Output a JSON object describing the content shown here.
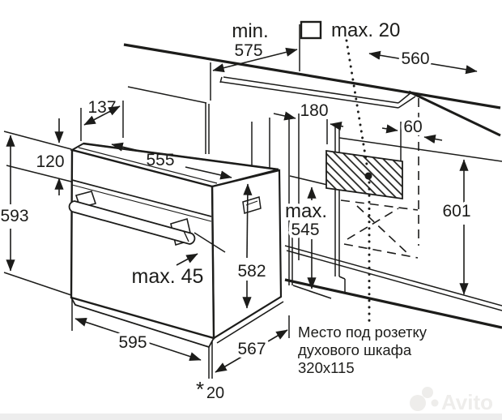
{
  "diagram": {
    "colors": {
      "line": "#1c1c1a",
      "background": "#ffffff",
      "watermark": "#eeedeb"
    },
    "top_dims": {
      "min_label": "min.",
      "min_value": "575",
      "wall_clearance": "max. 20",
      "niche_width": "560"
    },
    "oven_dims": {
      "front_offset": "137",
      "panel_height": "120",
      "body_width": "555",
      "total_height": "593",
      "body_height": "582",
      "door_protrusion": "max. 45",
      "front_width": "595",
      "body_depth": "567"
    },
    "cabinet_dims": {
      "niche_max_label": "max.",
      "niche_max_value": "545",
      "cabinet_height": "601",
      "socket_offset_horizontal": "180",
      "socket_offset_edge": "60"
    },
    "footnote": {
      "star": "*",
      "value": "20"
    },
    "socket_note": {
      "line1": "Место под розетку",
      "line2": "духового шкафа",
      "line3": "320x115"
    },
    "watermark": {
      "text": "Avito"
    }
  }
}
